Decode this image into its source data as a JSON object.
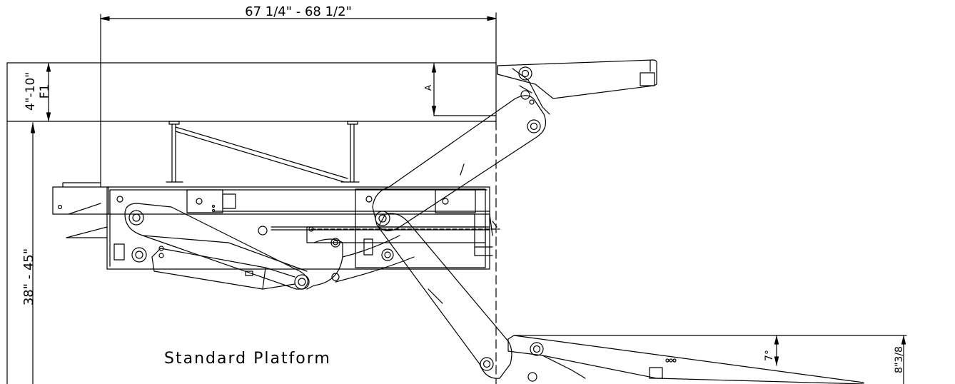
{
  "drawing": {
    "dim_width": "67 1/4\" - 68 1/2\"",
    "dim_floor_height": "4\"-10\"",
    "dim_floor_label": "F1",
    "dim_bed_height": "38\" - 45\"",
    "dim_tilt_angle": "7°",
    "dim_platform_drop": "8\"3/8",
    "caption": "Standard Platform",
    "clearance_marker": "A"
  }
}
